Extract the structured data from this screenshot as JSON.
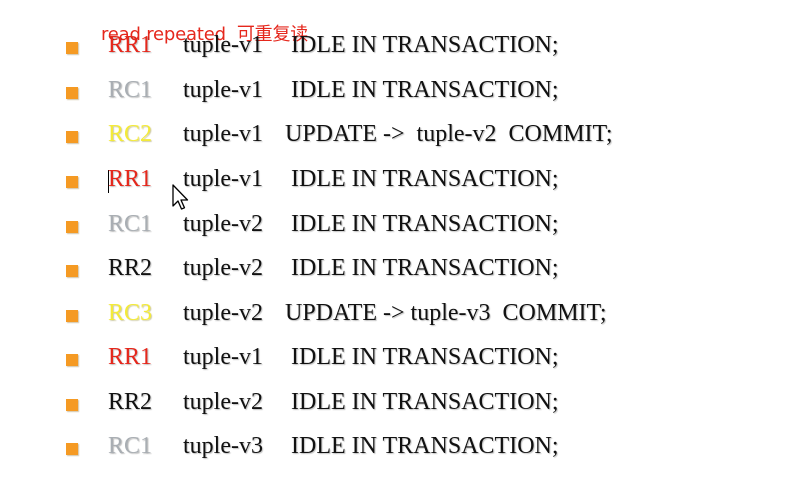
{
  "annotation": "read repeated  可重复读",
  "colors": {
    "bullet": "#f59a23",
    "rr": "#e5271c",
    "rc": "#a9aeb3",
    "rc_update": "#f3ea3a",
    "dark": "#111111"
  },
  "rows": [
    {
      "txn": "RR1",
      "tuple": "tuple-v1",
      "action": "IDLE IN TRANSACTION;",
      "kind": "rr"
    },
    {
      "txn": "RC1",
      "tuple": "tuple-v1",
      "action": "IDLE IN TRANSACTION;",
      "kind": "rc"
    },
    {
      "txn": "RC2",
      "tuple": "tuple-v1",
      "action": "UPDATE ->  tuple-v2  COMMIT;",
      "kind": "rc_update"
    },
    {
      "txn": "RR1",
      "tuple": "tuple-v1",
      "action": "IDLE IN TRANSACTION;",
      "kind": "rr"
    },
    {
      "txn": "RC1",
      "tuple": "tuple-v2",
      "action": "IDLE IN TRANSACTION;",
      "kind": "rc"
    },
    {
      "txn": "RR2",
      "tuple": "tuple-v2",
      "action": "IDLE IN TRANSACTION;",
      "kind": "dark"
    },
    {
      "txn": "RC3",
      "tuple": "tuple-v2",
      "action": "UPDATE -> tuple-v3  COMMIT;",
      "kind": "rc_update"
    },
    {
      "txn": "RR1",
      "tuple": "tuple-v1",
      "action": "IDLE IN TRANSACTION;",
      "kind": "rr"
    },
    {
      "txn": "RR2",
      "tuple": "tuple-v2",
      "action": "IDLE IN TRANSACTION;",
      "kind": "dark"
    },
    {
      "txn": "RC1",
      "tuple": "tuple-v3",
      "action": "IDLE IN TRANSACTION;",
      "kind": "rc"
    }
  ]
}
